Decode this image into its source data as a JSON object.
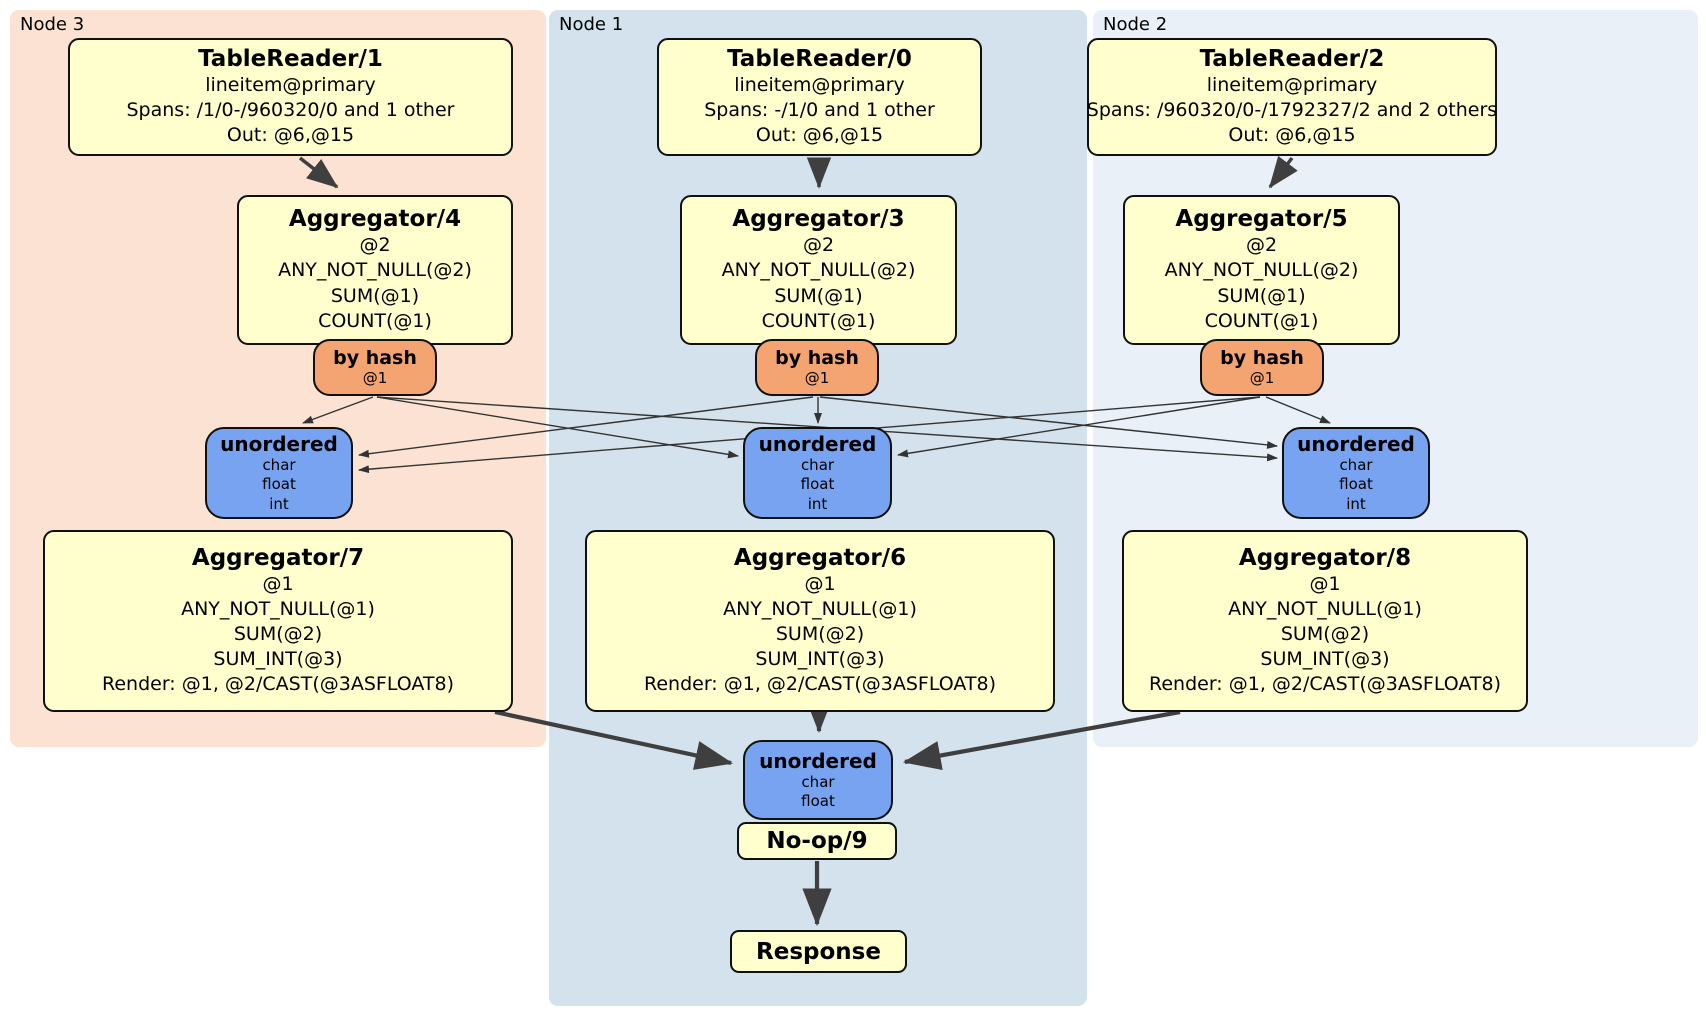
{
  "regions": {
    "node3": {
      "label": "Node 3"
    },
    "node1": {
      "label": "Node 1"
    },
    "node2": {
      "label": "Node 2"
    }
  },
  "processors": {
    "tr1": {
      "title": "TableReader/1",
      "lines": [
        "lineitem@primary",
        "Spans: /1/0-/960320/0 and 1 other",
        "Out: @6,@15"
      ]
    },
    "tr0": {
      "title": "TableReader/0",
      "lines": [
        "lineitem@primary",
        "Spans: -/1/0 and 1 other",
        "Out: @6,@15"
      ]
    },
    "tr2": {
      "title": "TableReader/2",
      "lines": [
        "lineitem@primary",
        "Spans: /960320/0-/1792327/2 and 2 others",
        "Out: @6,@15"
      ]
    },
    "agg4": {
      "title": "Aggregator/4",
      "lines": [
        "@2",
        "ANY_NOT_NULL(@2)",
        "SUM(@1)",
        "COUNT(@1)"
      ]
    },
    "agg3": {
      "title": "Aggregator/3",
      "lines": [
        "@2",
        "ANY_NOT_NULL(@2)",
        "SUM(@1)",
        "COUNT(@1)"
      ]
    },
    "agg5": {
      "title": "Aggregator/5",
      "lines": [
        "@2",
        "ANY_NOT_NULL(@2)",
        "SUM(@1)",
        "COUNT(@1)"
      ]
    },
    "agg7": {
      "title": "Aggregator/7",
      "lines": [
        "@1",
        "ANY_NOT_NULL(@1)",
        "SUM(@2)",
        "SUM_INT(@3)",
        "Render: @1, @2/CAST(@3ASFLOAT8)"
      ]
    },
    "agg6": {
      "title": "Aggregator/6",
      "lines": [
        "@1",
        "ANY_NOT_NULL(@1)",
        "SUM(@2)",
        "SUM_INT(@3)",
        "Render: @1, @2/CAST(@3ASFLOAT8)"
      ]
    },
    "agg8": {
      "title": "Aggregator/8",
      "lines": [
        "@1",
        "ANY_NOT_NULL(@1)",
        "SUM(@2)",
        "SUM_INT(@3)",
        "Render: @1, @2/CAST(@3ASFLOAT8)"
      ]
    },
    "noop": {
      "title": "No-op/9"
    },
    "response": {
      "title": "Response"
    }
  },
  "routers": {
    "hash_left": {
      "title": "by hash",
      "detail": "@1"
    },
    "hash_center": {
      "title": "by hash",
      "detail": "@1"
    },
    "hash_right": {
      "title": "by hash",
      "detail": "@1"
    }
  },
  "syncs": {
    "unordered_left": {
      "title": "unordered",
      "streams": [
        "char",
        "float",
        "int"
      ]
    },
    "unordered_center": {
      "title": "unordered",
      "streams": [
        "char",
        "float",
        "int"
      ]
    },
    "unordered_right": {
      "title": "unordered",
      "streams": [
        "char",
        "float",
        "int"
      ]
    },
    "unordered_final": {
      "title": "unordered",
      "streams": [
        "char",
        "float"
      ]
    }
  },
  "colors": {
    "node3_bg": "#fbe2d3",
    "node1_bg": "#d3e2ec",
    "node2_bg": "#e9f0f8",
    "processor_fill": "#ffffcd",
    "router_fill": "#f3a470",
    "sync_fill": "#77a3f0",
    "edge": "#3f3f3f"
  }
}
